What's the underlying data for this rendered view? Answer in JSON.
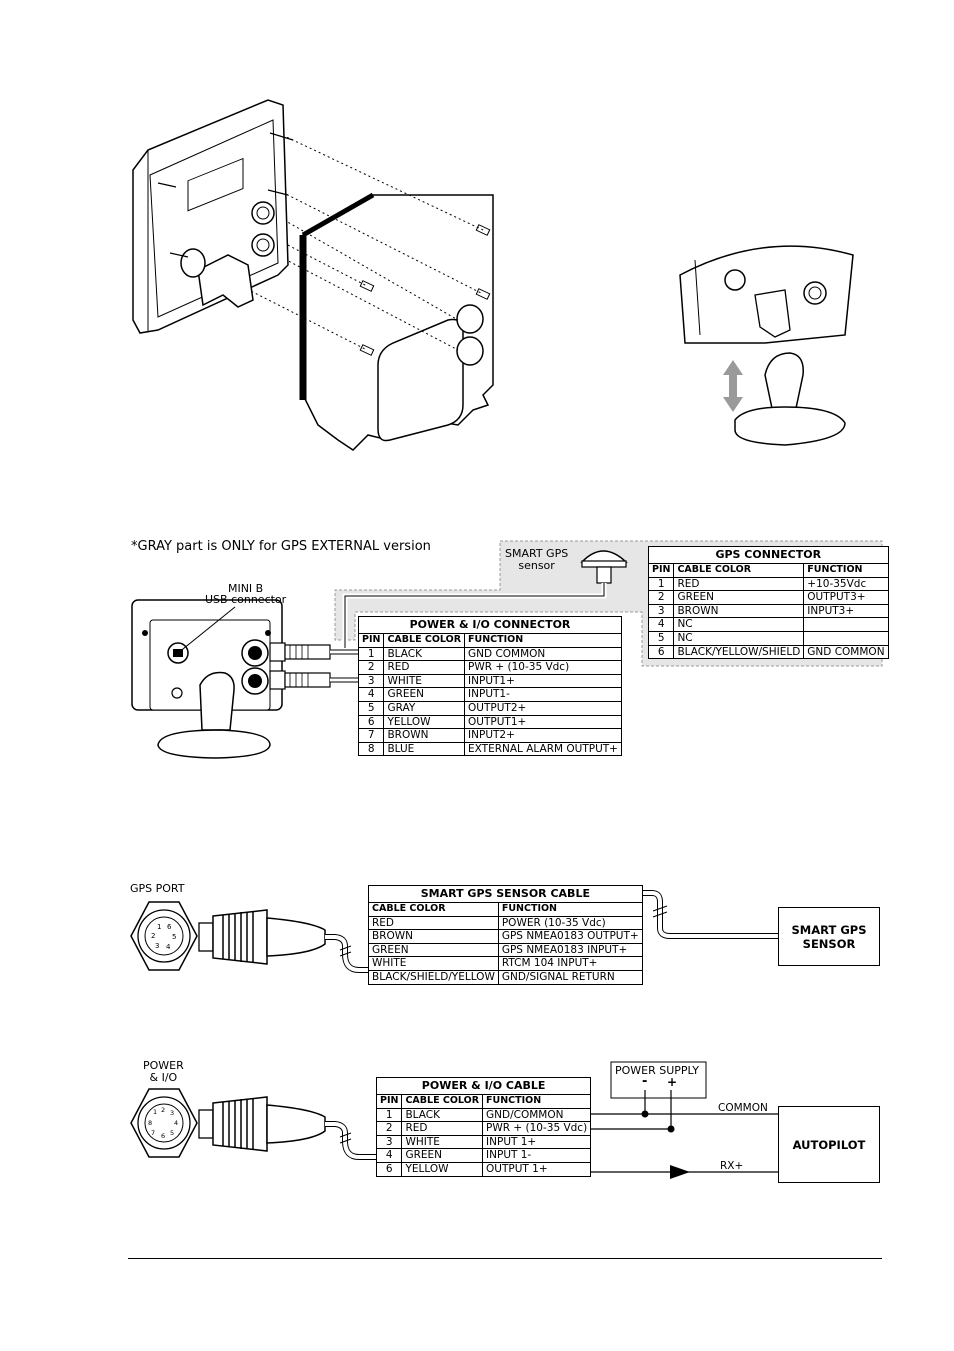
{
  "gray_note": "*GRAY part is ONLY for GPS EXTERNAL version",
  "labels": {
    "smart_gps_sensor": [
      "SMART GPS",
      "sensor"
    ],
    "mini_b_usb": [
      "MINI B",
      "USB connector"
    ],
    "gps_port": "GPS PORT",
    "power_io": [
      "POWER",
      "& I/O"
    ],
    "power_supply": "POWER SUPPLY",
    "ps_minus": "-",
    "ps_plus": "+",
    "common": "COMMON",
    "rx_plus": "RX+",
    "smart_gps_sensor_box": [
      "SMART GPS",
      "SENSOR"
    ],
    "autopilot_box": "AUTOPILOT"
  },
  "gps_connector": {
    "title": "GPS CONNECTOR",
    "headers": [
      "PIN",
      "CABLE COLOR",
      "FUNCTION"
    ],
    "rows": [
      [
        "1",
        "RED",
        "+10-35Vdc"
      ],
      [
        "2",
        "GREEN",
        "OUTPUT3+"
      ],
      [
        "3",
        "BROWN",
        "INPUT3+"
      ],
      [
        "4",
        "NC",
        ""
      ],
      [
        "5",
        "NC",
        ""
      ],
      [
        "6",
        "BLACK/YELLOW/SHIELD",
        "GND COMMON"
      ]
    ]
  },
  "power_io_connector": {
    "title": "POWER & I/O CONNECTOR",
    "headers": [
      "PIN",
      "CABLE COLOR",
      "FUNCTION"
    ],
    "rows": [
      [
        "1",
        "BLACK",
        "GND COMMON"
      ],
      [
        "2",
        "RED",
        "PWR + (10-35 Vdc)"
      ],
      [
        "3",
        "WHITE",
        "INPUT1+"
      ],
      [
        "4",
        "GREEN",
        "INPUT1-"
      ],
      [
        "5",
        "GRAY",
        "OUTPUT2+"
      ],
      [
        "6",
        "YELLOW",
        "OUTPUT1+"
      ],
      [
        "7",
        "BROWN",
        "INPUT2+"
      ],
      [
        "8",
        "BLUE",
        "EXTERNAL ALARM OUTPUT+"
      ]
    ]
  },
  "smart_gps_cable": {
    "title": "SMART GPS SENSOR CABLE",
    "headers": [
      "CABLE COLOR",
      "FUNCTION"
    ],
    "rows": [
      [
        "RED",
        "POWER (10-35 Vdc)"
      ],
      [
        "BROWN",
        "GPS NMEA0183 OUTPUT+"
      ],
      [
        "GREEN",
        "GPS NMEA0183 INPUT+"
      ],
      [
        "WHITE",
        "RTCM 104 INPUT+"
      ],
      [
        "BLACK/SHIELD/YELLOW",
        "GND/SIGNAL RETURN"
      ]
    ]
  },
  "power_io_cable": {
    "title": "POWER & I/O CABLE",
    "headers": [
      "PIN",
      "CABLE COLOR",
      "FUNCTION"
    ],
    "rows": [
      [
        "1",
        "BLACK",
        "GND/COMMON"
      ],
      [
        "2",
        "RED",
        "PWR + (10-35 Vdc)"
      ],
      [
        "3",
        "WHITE",
        "INPUT 1+"
      ],
      [
        "4",
        "GREEN",
        "INPUT 1-"
      ],
      [
        "6",
        "YELLOW",
        "OUTPUT 1+"
      ]
    ]
  },
  "connector_pin_labels": {
    "gps": [
      "1",
      "6",
      "5",
      "4",
      "3",
      "2"
    ],
    "power": [
      "1",
      "2",
      "3",
      "4",
      "5",
      "6",
      "7",
      "8"
    ]
  }
}
